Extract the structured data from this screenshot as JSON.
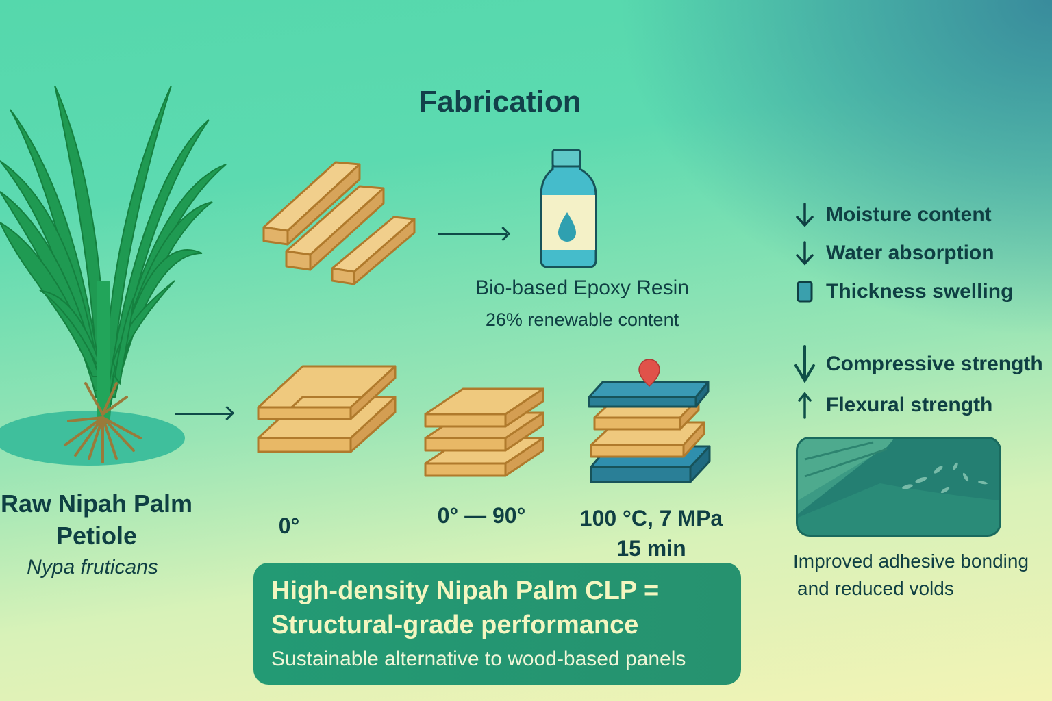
{
  "title": "Fabrication",
  "raw_material": {
    "label_line1": "Raw Nipah Palm",
    "label_line2": "Petiole",
    "species": "Nypa fruticans"
  },
  "resin": {
    "label": "Bio-based Epoxy Resin",
    "sub": "26% renewable content",
    "icon": "resin-bottle-icon"
  },
  "steps": [
    {
      "label": "0°",
      "icon": "parallel-lamina-icon"
    },
    {
      "label": "0° — 90°",
      "icon": "cross-laminated-stack-icon"
    },
    {
      "label_line1": "100 °C, 7 MPa",
      "label_line2": "15 min",
      "icon": "hot-press-icon"
    }
  ],
  "properties": [
    {
      "arrow": "↓",
      "icon": "arrow-down-icon",
      "label": "Moisture content"
    },
    {
      "arrow": "↓",
      "icon": "arrow-down-icon",
      "label": "Water absorption"
    },
    {
      "arrow": "▯",
      "icon": "box-icon",
      "label": "Thickness swelling"
    },
    {
      "arrow": "↓",
      "icon": "arrow-down-icon",
      "label": "Compressive strength"
    },
    {
      "arrow": "↑",
      "icon": "arrow-up-icon",
      "label": "Flexural strength"
    }
  ],
  "microstructure": {
    "caption_line1": "Improved adhesive bonding",
    "caption_line2": "and reduced volds"
  },
  "banner": {
    "headline_line1": "High-density Nipah Palm CLP =",
    "headline_line2": "Structural-grade performance",
    "sub": "Sustainable alternative to wood-based panels"
  },
  "colors": {
    "text_dark": "#0f3f43",
    "banner_green": "#239a74",
    "wood": "#e9bd6d",
    "press_blue": "#2a7f97",
    "press_pin": "#e0524a",
    "leaf_green": "#1e9a54"
  }
}
